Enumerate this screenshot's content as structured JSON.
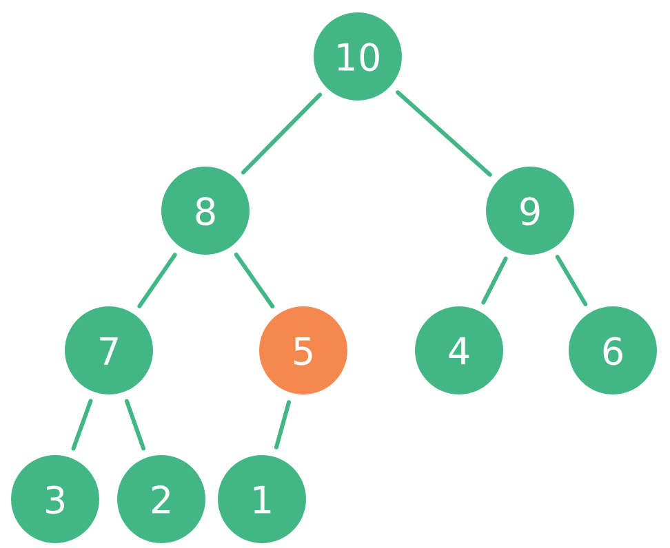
{
  "colors": {
    "node": "#43b685",
    "highlight": "#f4884f",
    "edge": "#43b685",
    "label": "#ffffff"
  },
  "nodes": [
    {
      "id": "n10",
      "label": "10",
      "highlight": false
    },
    {
      "id": "n8",
      "label": "8",
      "highlight": false
    },
    {
      "id": "n9",
      "label": "9",
      "highlight": false
    },
    {
      "id": "n7",
      "label": "7",
      "highlight": false
    },
    {
      "id": "n5",
      "label": "5",
      "highlight": true
    },
    {
      "id": "n4",
      "label": "4",
      "highlight": false
    },
    {
      "id": "n6",
      "label": "6",
      "highlight": false
    },
    {
      "id": "n3",
      "label": "3",
      "highlight": false
    },
    {
      "id": "n2",
      "label": "2",
      "highlight": false
    },
    {
      "id": "n1",
      "label": "1",
      "highlight": false
    }
  ],
  "edges": [
    {
      "from": "n10",
      "to": "n8"
    },
    {
      "from": "n10",
      "to": "n9"
    },
    {
      "from": "n8",
      "to": "n7"
    },
    {
      "from": "n8",
      "to": "n5"
    },
    {
      "from": "n9",
      "to": "n4"
    },
    {
      "from": "n9",
      "to": "n6"
    },
    {
      "from": "n7",
      "to": "n3"
    },
    {
      "from": "n7",
      "to": "n2"
    },
    {
      "from": "n5",
      "to": "n1"
    }
  ]
}
